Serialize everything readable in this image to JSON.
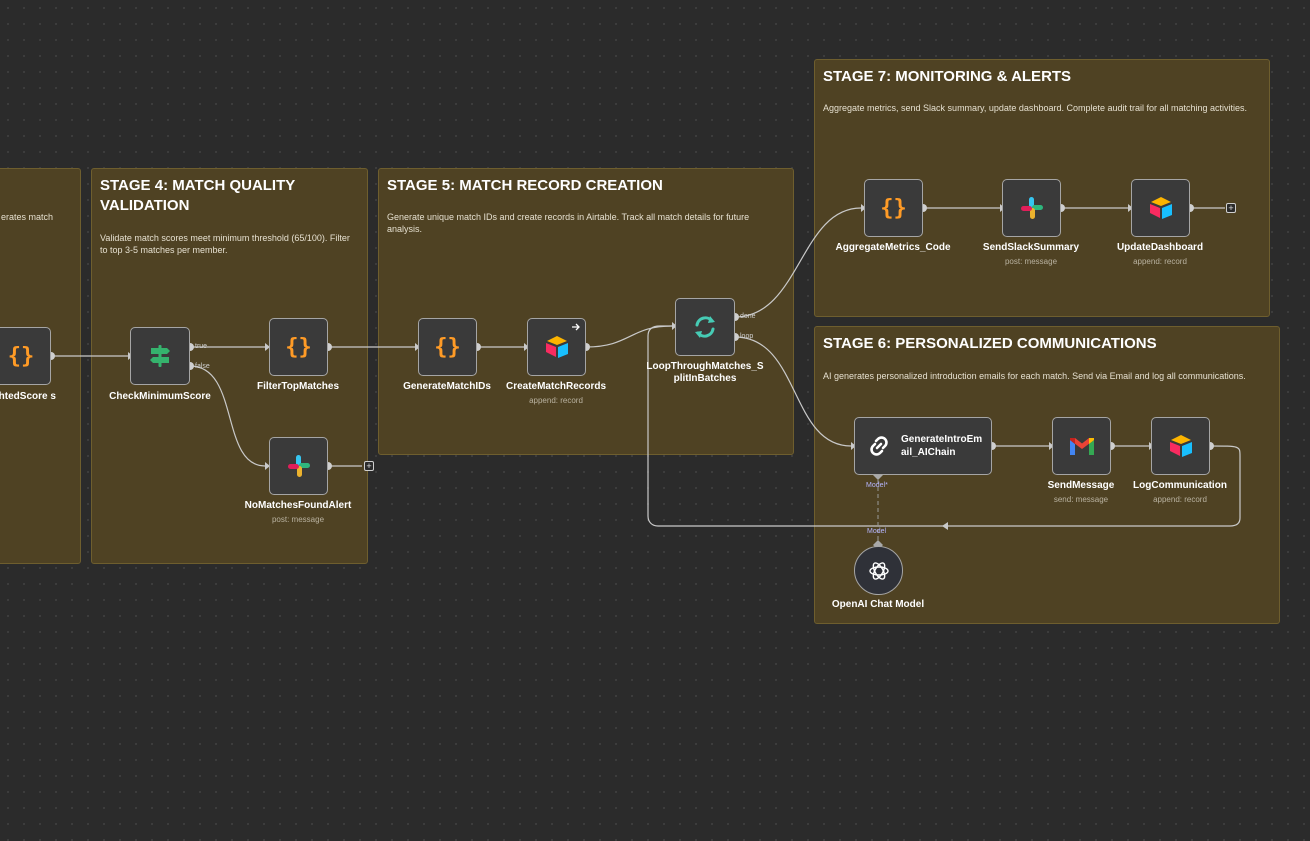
{
  "groups": {
    "stage3": {
      "desc": "erates match"
    },
    "stage4": {
      "title": "STAGE 4: MATCH QUALITY VALIDATION",
      "desc": "Validate match scores meet minimum threshold (65/100). Filter to top 3-5 matches per member."
    },
    "stage5": {
      "title": "STAGE 5: MATCH RECORD CREATION",
      "desc": "Generate unique match IDs and create records in Airtable. Track all match details for future analysis."
    },
    "stage6": {
      "title": "STAGE 6: PERSONALIZED COMMUNICATIONS",
      "desc": "AI generates personalized introduction emails for each match. Send via Email and log all communications."
    },
    "stage7": {
      "title": "STAGE 7: MONITORING & ALERTS",
      "desc": "Aggregate metrics, send Slack summary, update dashboard. Complete audit trail for all matching activities."
    }
  },
  "nodes": {
    "calc_weighted": {
      "label": "teWeightedScore s"
    },
    "check_min": {
      "label": "CheckMinimumScore",
      "out_true": "true",
      "out_false": "false"
    },
    "filter_top": {
      "label": "FilterTopMatches"
    },
    "no_matches": {
      "label": "NoMatchesFoundAlert",
      "sub": "post: message"
    },
    "gen_ids": {
      "label": "GenerateMatchIDs"
    },
    "create_records": {
      "label": "CreateMatchRecords",
      "sub": "append: record"
    },
    "loop": {
      "label": "LoopThroughMatches_SplitInBatches",
      "out_done": "done",
      "out_loop": "loop"
    },
    "aggregate": {
      "label": "AggregateMetrics_Code"
    },
    "slack_summary": {
      "label": "SendSlackSummary",
      "sub": "post: message"
    },
    "update_dash": {
      "label": "UpdateDashboard",
      "sub": "append: record"
    },
    "gen_email": {
      "label": "GenerateIntroEmail_AIChain",
      "port_label": "Model*"
    },
    "send_msg": {
      "label": "SendMessage",
      "sub": "send: message"
    },
    "log_comm": {
      "label": "LogCommunication",
      "sub": "append: record"
    },
    "openai": {
      "label": "OpenAI Chat Model",
      "port_label": "Model"
    }
  },
  "icons": {
    "code": "code-braces-icon",
    "if": "signpost-icon",
    "slack": "slack-icon",
    "airtable": "airtable-icon",
    "loop": "refresh-loop-icon",
    "chain": "link-chain-icon",
    "gmail": "gmail-icon",
    "openai": "openai-icon",
    "add": "plus-icon"
  },
  "colors": {
    "canvas": "#2b2b2b",
    "sticky": "#4f4223",
    "node": "#3a3a3a",
    "edge": "#c9c9c9",
    "code": "#ff9b26",
    "if_green": "#35b36d",
    "loop_teal": "#46cbb5"
  }
}
